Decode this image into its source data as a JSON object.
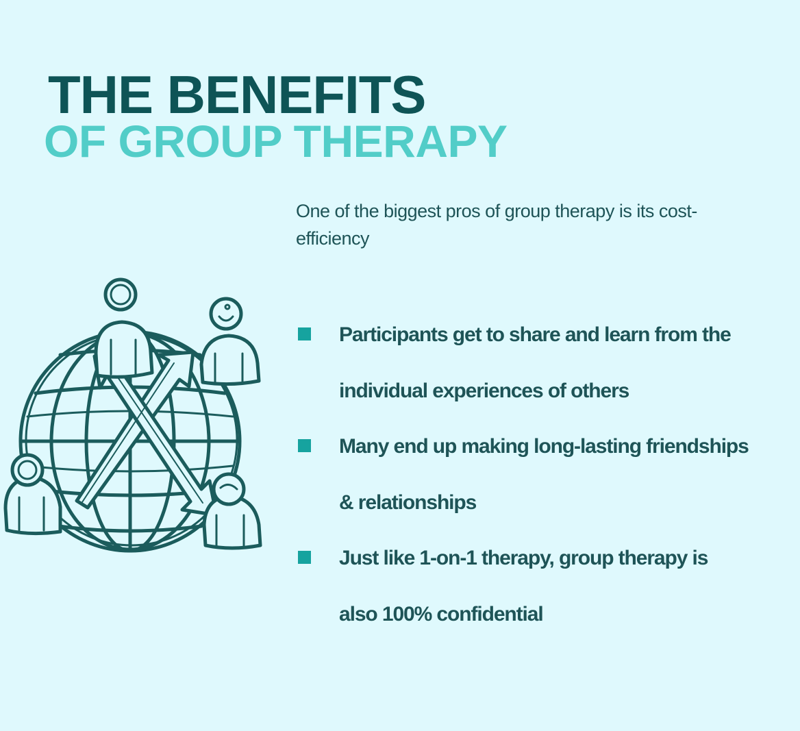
{
  "colors": {
    "background": "#dff9fd",
    "title_dark": "#0e5456",
    "title_light": "#52cdc8",
    "text": "#1e5457",
    "bullet": "#16a39f",
    "illustration_stroke": "#1b5c5c"
  },
  "title": {
    "line1": "THE BENEFITS",
    "line2": "OF GROUP THERAPY"
  },
  "intro": "One of the biggest pros of group therapy is its cost-efficiency",
  "illustration": {
    "icon": "globe-with-people-icon"
  },
  "benefits": [
    {
      "icon": "square-bullet-icon",
      "text": "Participants get to share and learn from the individual experiences of others"
    },
    {
      "icon": "square-bullet-icon",
      "text": "Many end up making long-lasting friendships & relationships"
    },
    {
      "icon": "square-bullet-icon",
      "text": "Just like 1-on-1 therapy, group therapy is also 100% confidential"
    }
  ]
}
